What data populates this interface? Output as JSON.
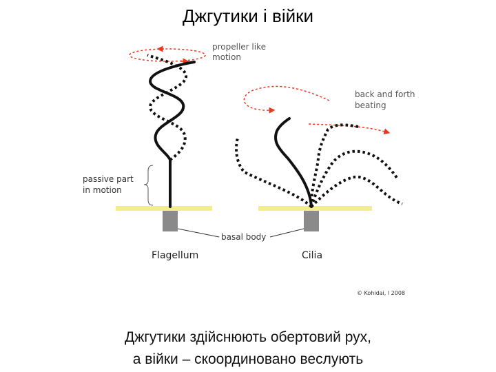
{
  "title": "Джгутики і війки",
  "labels": {
    "propeller": [
      "propeller like",
      "motion"
    ],
    "back_forth": [
      "back and forth",
      "beating"
    ],
    "passive": [
      "passive part",
      "in motion"
    ],
    "basal_body": "basal body",
    "flagellum": "Flagellum",
    "cilia": "Cilia",
    "copyright": "© Kohidai, l 2008"
  },
  "caption": {
    "line1": "Джгутики здійснюють обертовий рух,",
    "line2": "а війки – скоординовано веслують"
  },
  "colors": {
    "motion_arrows": "#e8391f",
    "membrane": "#f2ee8a",
    "basal_body": "#8a8a8a",
    "lines": "#111111"
  }
}
